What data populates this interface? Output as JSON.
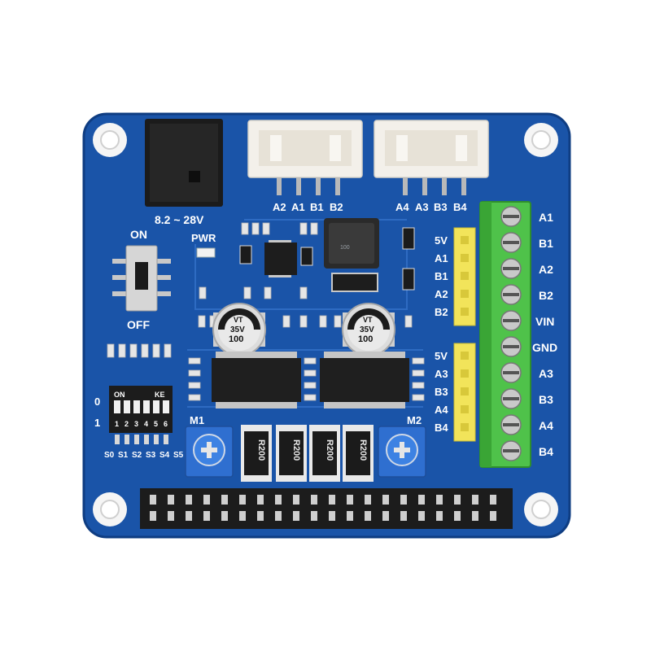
{
  "colors": {
    "pcb": "#1a54a8",
    "pcb_dark": "#123f86",
    "terminal_green": "#4fc24a",
    "header_yellow": "#f2e45a",
    "connector_white": "#f3f0ea",
    "pot_blue": "#2f6fd0"
  },
  "labels": {
    "voltage": "8.2 ~ 28V",
    "on": "ON",
    "off": "OFF",
    "pwr": "PWR",
    "m1": "M1",
    "m2": "M2",
    "zero": "0",
    "one": "1",
    "dip_on": "ON",
    "dip_ke": "KE",
    "dip_nums": [
      "1",
      "2",
      "3",
      "4",
      "5",
      "6"
    ],
    "dip_bottom": [
      "S0",
      "S1",
      "S2",
      "S3",
      "S4",
      "S5"
    ],
    "connector_a": [
      "A2",
      "A1",
      "B1",
      "B2"
    ],
    "connector_b": [
      "A4",
      "A3",
      "B3",
      "B4"
    ],
    "header_top": [
      "5V",
      "A1",
      "B1",
      "A2",
      "B2"
    ],
    "header_bottom": [
      "5V",
      "A3",
      "B3",
      "A4",
      "B4"
    ],
    "terminals": [
      "A1",
      "B1",
      "A2",
      "B2",
      "VIN",
      "GND",
      "A3",
      "B3",
      "A4",
      "B4"
    ],
    "resistor": "R200",
    "cap_value": "100",
    "cap_voltage": "35V",
    "cap_series": "VT",
    "inductor": "100"
  }
}
